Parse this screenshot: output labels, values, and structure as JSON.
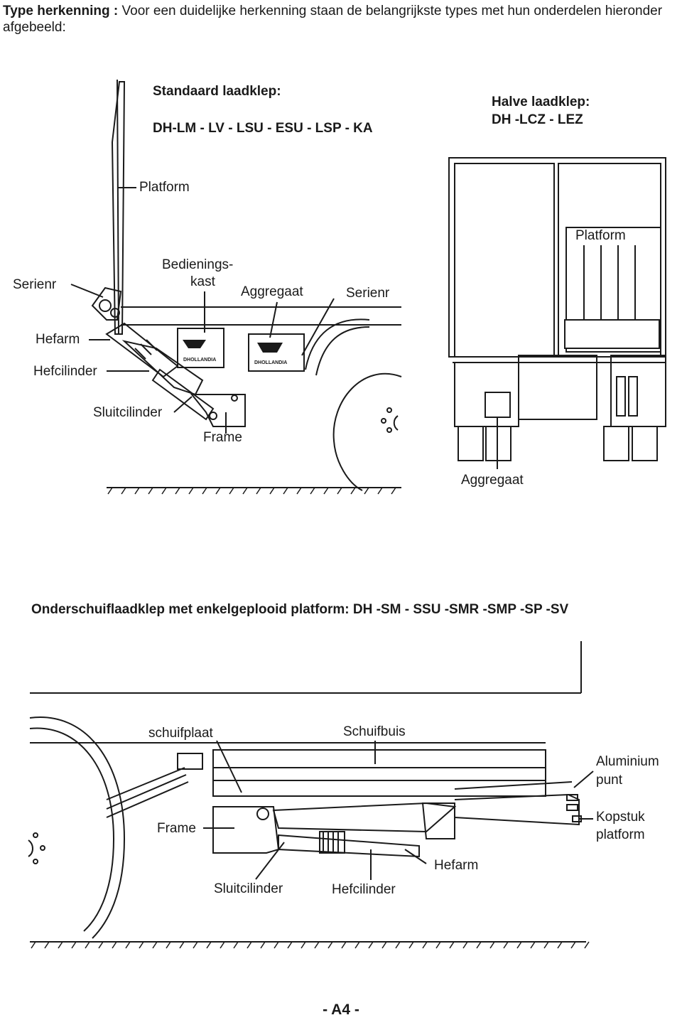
{
  "intro": {
    "title": "Type herkenning :",
    "text": " Voor een duidelijke herkenning staan de belangrijkste types met hun onderdelen hieronder afgebeeld:"
  },
  "figure1": {
    "heading_left": "Standaard laadklep:",
    "types_left": "DH-LM - LV - LSU - ESU - LSP - KA",
    "heading_right": "Halve laadklep:",
    "types_right": "DH -LCZ - LEZ",
    "labels": {
      "platform": "Platform",
      "platform_right": "Platform",
      "serienr_left": "Serienr",
      "bedieningskast_1": "Bedienings-",
      "bedieningskast_2": "kast",
      "aggregaat": "Aggregaat",
      "serienr_mid": "Serienr",
      "hefarm": "Hefarm",
      "hefcilinder": "Hefcilinder",
      "sluitcilinder": "Sluitcilinder",
      "frame": "Frame",
      "aggregaat_right": "Aggregaat"
    },
    "logo_text": "DHOLLANDIA"
  },
  "figure2": {
    "heading": "Onderschuiflaadklep met enkelgeplooid platform: DH -SM - SSU -SMR -SMP -SP -SV",
    "labels": {
      "schuifplaat": "schuifplaat",
      "schuifbuis": "Schuifbuis",
      "aluminium_1": "Aluminium",
      "aluminium_2": "punt",
      "kopstuk_1": "Kopstuk",
      "kopstuk_2": "platform",
      "frame": "Frame",
      "hefarm": "Hefarm",
      "sluitcilinder": "Sluitcilinder",
      "hefcilinder": "Hefcilinder"
    }
  },
  "footer": {
    "page": "- A4 -"
  }
}
